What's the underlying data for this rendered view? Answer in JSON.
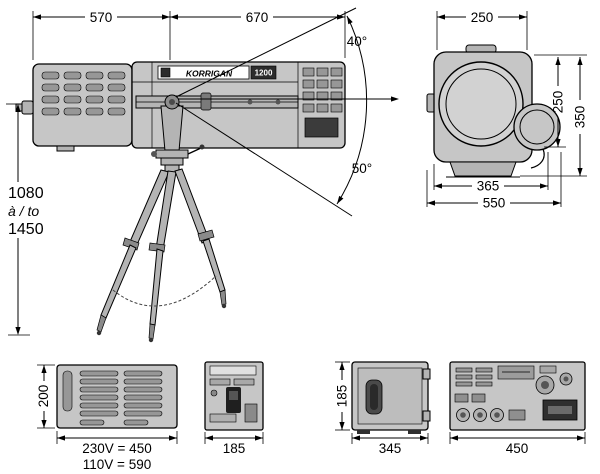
{
  "page": {
    "background": "#ffffff",
    "ink": "#000000",
    "body_fill": "#c6c6c6"
  },
  "side_view": {
    "dim_rear_to_axis": "570",
    "dim_axis_to_front": "670",
    "tilt_up": "40°",
    "tilt_down": "50°",
    "height_min": "1080",
    "height_joiner": "à / to",
    "height_max": "1450",
    "brand": "KORRIGAN",
    "model": "1200"
  },
  "head_view": {
    "width_top": "250",
    "height_upper": "250",
    "height_total": "350",
    "depth_inner": "365",
    "depth_total": "550"
  },
  "ballast": {
    "height_side": "200",
    "length_230v": "230V = 450",
    "length_110v": "110V = 590",
    "width_front": "185",
    "height_rear": "185",
    "depth": "345",
    "width_back": "450"
  }
}
